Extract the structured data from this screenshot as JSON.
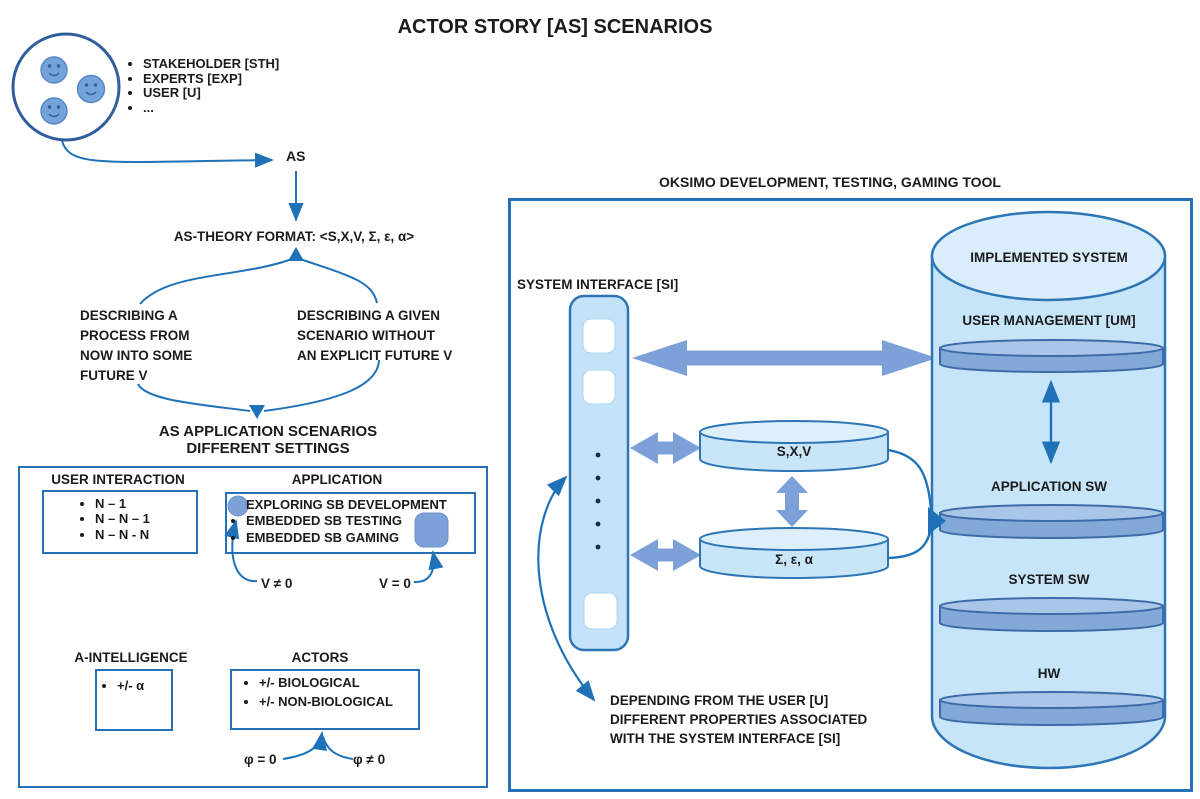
{
  "title": "ACTOR STORY [AS] SCENARIOS",
  "stakeholders": {
    "items": [
      "STAKEHOLDER [STH]",
      "EXPERTS [EXP]",
      "USER [U]",
      "..."
    ]
  },
  "flow": {
    "as_label": "AS",
    "theory_format": "AS-THEORY FORMAT: <S,X,V, Σ, ε, α>",
    "left_branch": "DESCRIBING A\nPROCESS FROM\nNOW INTO SOME\nFUTURE V",
    "right_branch": "DESCRIBING A GIVEN\nSCENARIO WITHOUT\nAN EXPLICIT FUTURE V",
    "app_scenarios": "AS APPLICATION SCENARIOS\nDIFFERENT SETTINGS"
  },
  "settings_panel": {
    "user_interaction": {
      "title": "USER INTERACTION",
      "items": [
        "N – 1",
        "N – N – 1",
        "N – N - N"
      ]
    },
    "application": {
      "title": "APPLICATION",
      "items": [
        "EXPLORING SB DEVELOPMENT",
        "EMBEDDED SB TESTING",
        "EMBEDDED SB GAMING"
      ],
      "v_neq": "V ≠ 0",
      "v_eq": "V = 0"
    },
    "a_intelligence": {
      "title": "A-INTELLIGENCE",
      "items": [
        "+/- α"
      ]
    },
    "actors": {
      "title": "ACTORS",
      "items": [
        "+/- BIOLOGICAL",
        "+/- NON-BIOLOGICAL"
      ],
      "phi_eq": "φ = 0",
      "phi_neq": "φ ≠ 0"
    }
  },
  "oksimo": {
    "title": "OKSIMO DEVELOPMENT, TESTING, GAMING TOOL",
    "system_interface_label": "SYSTEM INTERFACE [SI]",
    "sxv_store": "S,X,V",
    "sea_store": "Σ, ε, α",
    "implemented_system": "IMPLEMENTED SYSTEM",
    "layers": [
      "USER MANAGEMENT [UM]",
      "APPLICATION SW",
      "SYSTEM SW",
      "HW"
    ],
    "depending_note": "DEPENDING FROM THE USER [U]\nDIFFERENT PROPERTIES ASSOCIATED\nWITH THE SYSTEM INTERFACE [SI]"
  },
  "colors": {
    "stroke_blue": "#1F72B8",
    "border_blue": "#2E75B6",
    "steel_blue": "#7CA1D8",
    "light_fill": "#C7E5F8",
    "disk_fill": "#83A9D9",
    "text": "#1b1b1b"
  }
}
